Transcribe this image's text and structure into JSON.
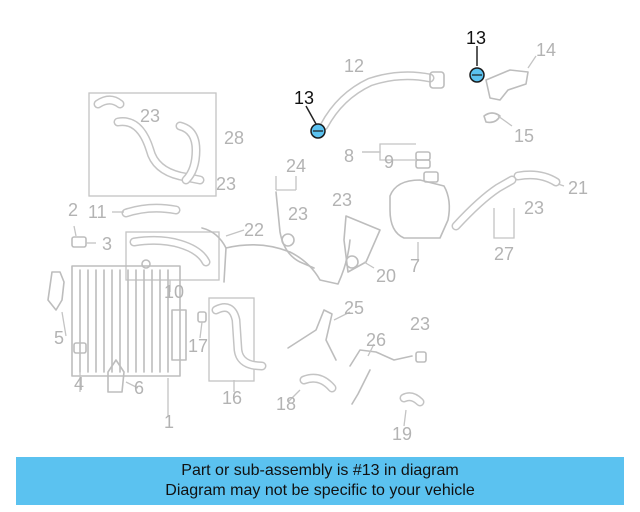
{
  "diagram": {
    "callouts": [
      "1",
      "2",
      "3",
      "4",
      "5",
      "6",
      "7",
      "8",
      "9",
      "10",
      "11",
      "12",
      "13",
      "14",
      "15",
      "16",
      "17",
      "18",
      "19",
      "20",
      "21",
      "22",
      "23",
      "24",
      "25",
      "26",
      "27",
      "28"
    ],
    "highlighted_part": "13"
  },
  "banner": {
    "line1": "Part or sub-assembly is #13 in diagram",
    "line2": "Diagram may not be specific to your vehicle",
    "color": "#5bc2f0"
  }
}
